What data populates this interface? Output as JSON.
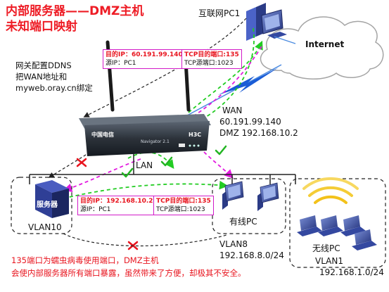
{
  "title": {
    "line1": "内部服务器——DMZ主机",
    "line2": "未知端口映射"
  },
  "internet_pc_label": "互联网PC1",
  "cloud_label": "Internet",
  "ddns_note": {
    "line1": "网关配置DDNS",
    "line2": "把WAN地址和",
    "line3": "myweb.oray.cn绑定"
  },
  "packet_top": {
    "dest_ip": "目的IP：60.191.99.140",
    "src_ip": "源IP：PC1",
    "dest_port": "TCP目的端口:135",
    "src_port": "TCP源端口:1023"
  },
  "packet_bottom": {
    "dest_ip": "目的IP：192.168.10.2",
    "src_ip": "源IP：PC1",
    "dest_port": "TCP目的端口:135",
    "src_port": "TCP源端口:1023"
  },
  "wan": {
    "label": "WAN",
    "ip": "60.191.99.140",
    "dmz": "DMZ 192.168.10.2"
  },
  "router": {
    "brand": "中国电信",
    "model_text": "Navigator 2.1",
    "vendor": "H3C"
  },
  "lan_label": "LAN",
  "server_label": "服务器",
  "vlan10": "VLAN10",
  "wired_pc": "有线PC",
  "vlan8": {
    "name": "VLAN8",
    "subnet": "192.168.8.0/24"
  },
  "wireless_pc": "无线PC",
  "vlan1": {
    "name": "VLAN1",
    "subnet": "192.168.1.0/24"
  },
  "bottom_note": {
    "line1": "135端口为蠕虫病毒使用端口，DMZ主机",
    "line2": "会使内部服务器所有端口暴露，虽然带来了方便，却极其不安全。"
  },
  "colors": {
    "title_red": "#ee1c25",
    "packet_border": "#d21ac8",
    "dash_black": "#222222",
    "dash_green": "#22cc22",
    "dash_magenta": "#e21adf",
    "lightning": "#1a5cd6",
    "mark_red": "#e8141e",
    "mark_green": "#22b522"
  }
}
